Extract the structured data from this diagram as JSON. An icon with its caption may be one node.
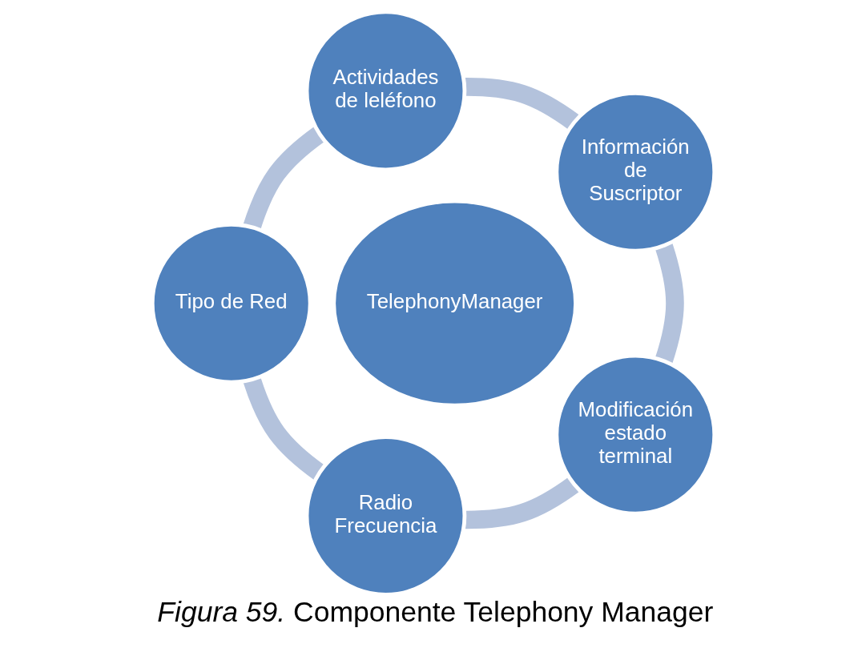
{
  "diagram": {
    "caption": "*Figura 59.* Componente Telephony Manager",
    "nodes": [
      {
        "text": [
          "Información de Suscriptor"
        ]
      },
      {
        "text": [
          "Actividades de leléfono"
        ]
      },
      {
        "text": [
          "Tipo de Red"
        ]
      },
      {
        "text": [
          "Radio Frecuencia"
        ]
      },
      {
        "text": [
          "Modificación estado terminal"
        ]
      },
      {
        "text": [
          "TelephonyManager"
        ]
      }
    ],
    "edges": [
      {
        "from": 0,
        "to": 1,
        "arrow": "none"
      },
      {
        "from": 1,
        "to": 2,
        "arrow": "none"
      },
      {
        "from": 2,
        "to": 3,
        "arrow": "none"
      },
      {
        "from": 3,
        "to": 4,
        "arrow": "none"
      },
      {
        "from": 4,
        "to": 0,
        "arrow": "none"
      }
    ]
  }
}
